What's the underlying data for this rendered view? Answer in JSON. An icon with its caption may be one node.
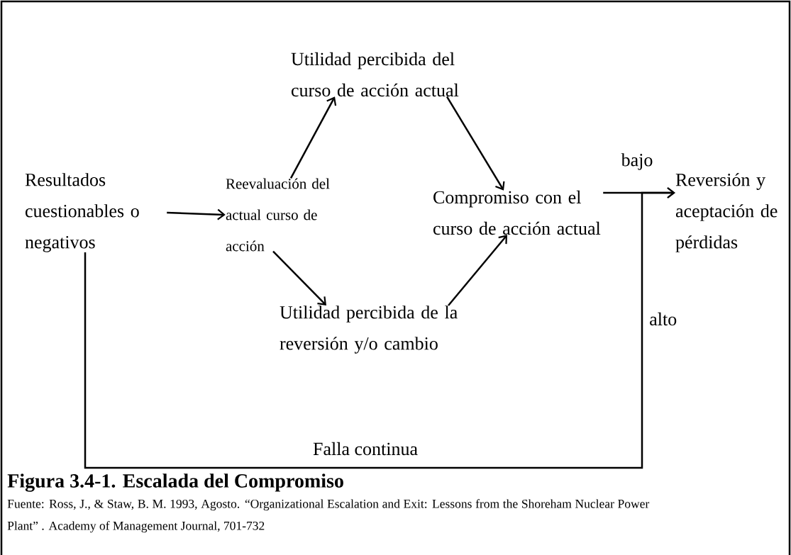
{
  "diagram": {
    "caption": "Figura 3.4-1.  Escalada del Compromiso",
    "nodes": [
      {
        "text": [
          "Resultados cuestionables o negativos"
        ]
      },
      {
        "text": [
          "Reevaluación del actual curso de acción"
        ]
      },
      {
        "text": [
          "Utilidad percibida del curso de acción actual"
        ]
      },
      {
        "text": [
          "Compromiso con el curso de acción actual"
        ]
      },
      {
        "text": [
          "Utilidad percibida de la reversión y/o cambio"
        ]
      },
      {
        "text": [
          "Reversión y aceptación de pérdidas"
        ]
      }
    ],
    "edges": [
      {
        "from": 0,
        "to": 1,
        "arrow": "to"
      },
      {
        "from": 1,
        "to": 2,
        "arrow": "to"
      },
      {
        "from": 2,
        "to": 3,
        "arrow": "to"
      },
      {
        "from": 1,
        "to": 4,
        "arrow": "to"
      },
      {
        "from": 4,
        "to": 3,
        "arrow": "to"
      },
      {
        "from": 3,
        "to": 5,
        "arrow": "to",
        "label": "bajo"
      },
      {
        "from": 0,
        "to": 5,
        "arrow": "to",
        "label": "Falla continua"
      }
    ],
    "labels": [
      "alto",
      "Fuente: Ross, J., & Staw, B. M.  1993, Agosto.  “Organizational Escalation and Exit: Lessons from the Shoreham Nuclear Power Plant” . Academy of Management Journal, 701-732"
    ]
  }
}
